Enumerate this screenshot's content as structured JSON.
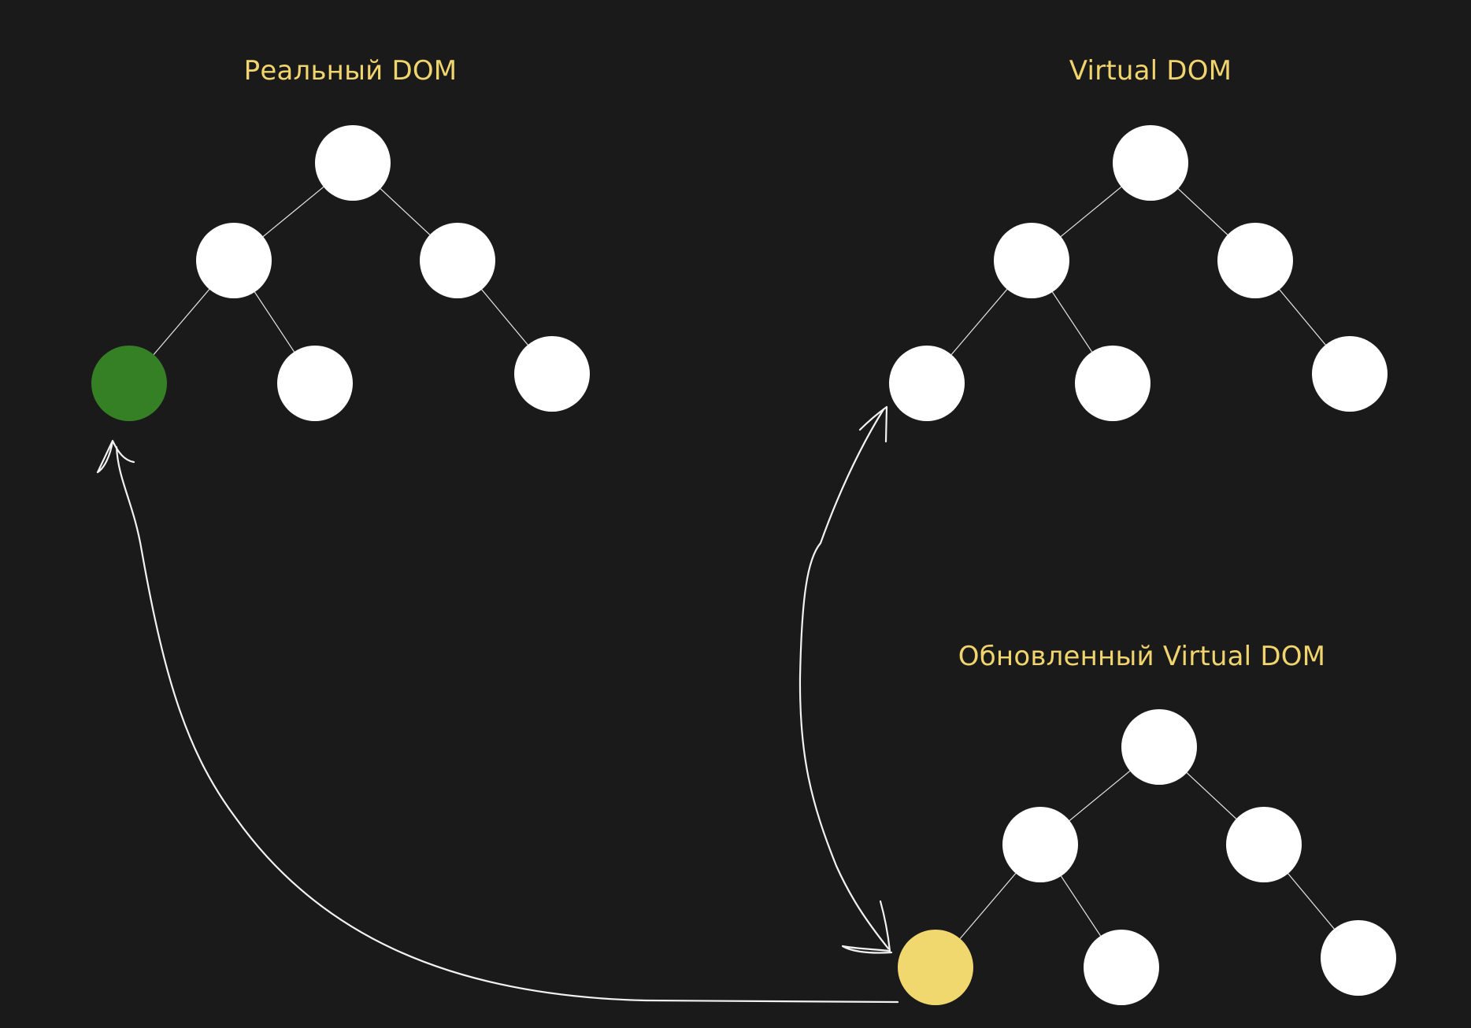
{
  "colors": {
    "background": "#1a1a1a",
    "title": "#f0d46d",
    "node": "#ffffff",
    "edge": "#e6e6e6",
    "arrow": "#f2f2f2",
    "real_dom_changed_node": "#357f24",
    "updated_vdom_changed_node": "#f0d86f"
  },
  "trees": [
    {
      "id": "real-dom",
      "title": "Реальный DOM",
      "changed_node": "left-leaf",
      "changed_color_key": "real_dom_changed_node"
    },
    {
      "id": "virtual-dom",
      "title": "Virtual DOM",
      "changed_node": null,
      "changed_color_key": null
    },
    {
      "id": "updated-virtual-dom",
      "title": "Обновленный Virtual DOM",
      "changed_node": "left-leaf",
      "changed_color_key": "updated_vdom_changed_node"
    }
  ],
  "connections": [
    {
      "from": "updated-virtual-dom.left-leaf",
      "to": "virtual-dom.left-leaf",
      "style": "double-headed-arrow"
    },
    {
      "from": "updated-virtual-dom.left-leaf",
      "to": "real-dom.left-leaf",
      "style": "arrow"
    }
  ]
}
